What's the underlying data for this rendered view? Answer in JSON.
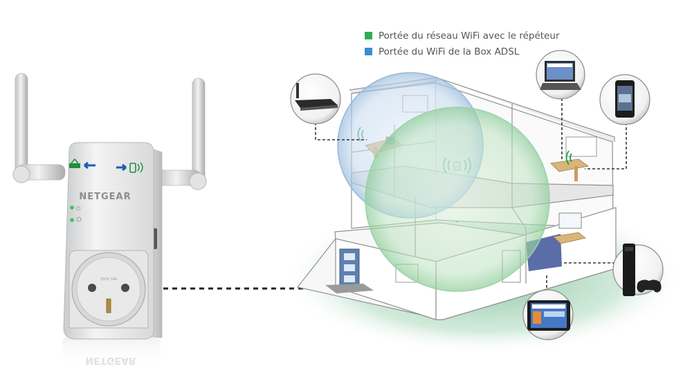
{
  "legend": {
    "items": [
      {
        "label": "Portée du réseau WiFi avec le répéteur",
        "color": "#2fae57"
      },
      {
        "label": "Portée du WiFi de la Box ADSL",
        "color": "#3a8fd0"
      }
    ]
  },
  "repeater": {
    "brand": "NETGEAR",
    "socket_text": "250V 16A",
    "reflection_brand": "NETGEAR"
  },
  "devices": [
    {
      "name": "adsl-box",
      "icon": "router-icon"
    },
    {
      "name": "laptop",
      "icon": "laptop-icon"
    },
    {
      "name": "smartphone",
      "icon": "smartphone-icon"
    },
    {
      "name": "game-console",
      "icon": "game-console-icon"
    },
    {
      "name": "tablet",
      "icon": "tablet-icon"
    }
  ],
  "colors": {
    "repeater_coverage": "#2fae57",
    "box_coverage": "#3a8fd0",
    "wifi_signal": "#1fa04a",
    "connector_line": "#222222"
  }
}
